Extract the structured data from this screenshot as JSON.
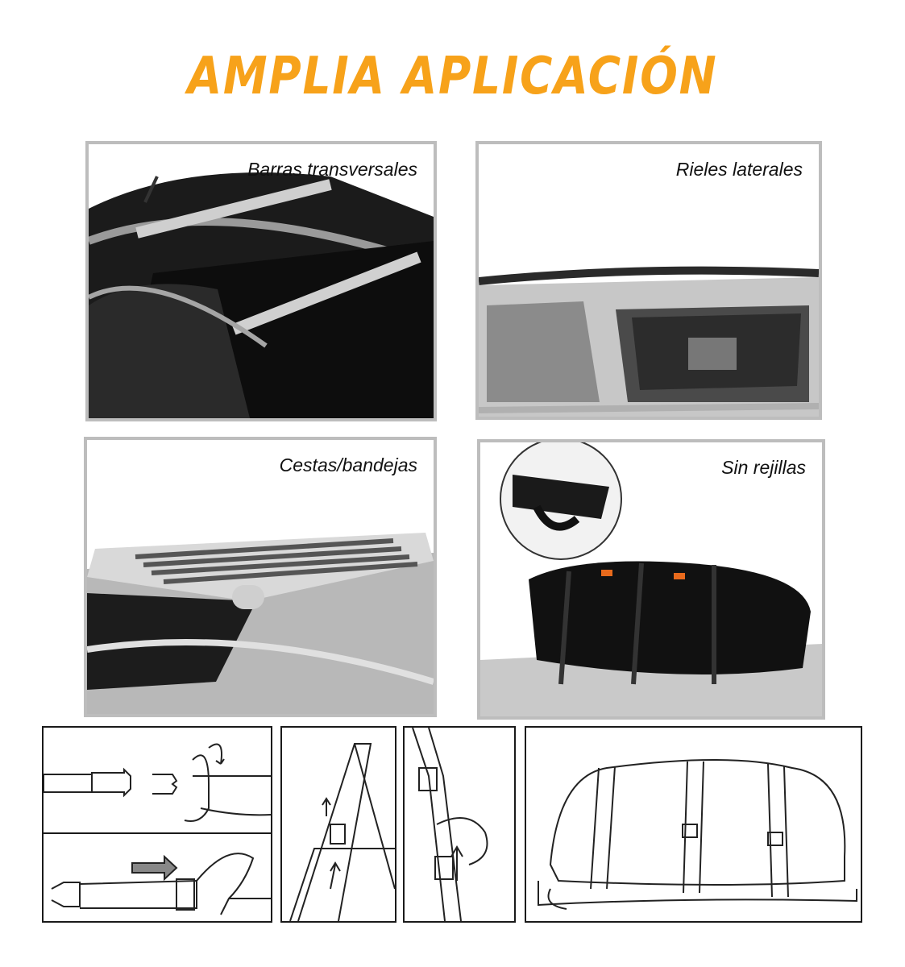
{
  "title": "AMPLIA APLICACIÓN",
  "accent_color": "#f7a21a",
  "panels": [
    {
      "label": "Barras transversales",
      "image": "car-roof-crossbars-photo"
    },
    {
      "label": "Rieles laterales",
      "image": "car-side-rails-photo"
    },
    {
      "label": "Cestas/bandejas",
      "image": "roof-basket-tray-photo"
    },
    {
      "label": "Sin rejillas",
      "image": "roof-cargo-bag-photo"
    }
  ],
  "diagrams": [
    {
      "image": "buckle-fastening-diagram"
    },
    {
      "image": "strap-tightening-diagram"
    },
    {
      "image": "door-frame-strap-diagram"
    },
    {
      "image": "strap-pull-diagram"
    },
    {
      "image": "cargo-bag-on-roof-diagram"
    }
  ]
}
